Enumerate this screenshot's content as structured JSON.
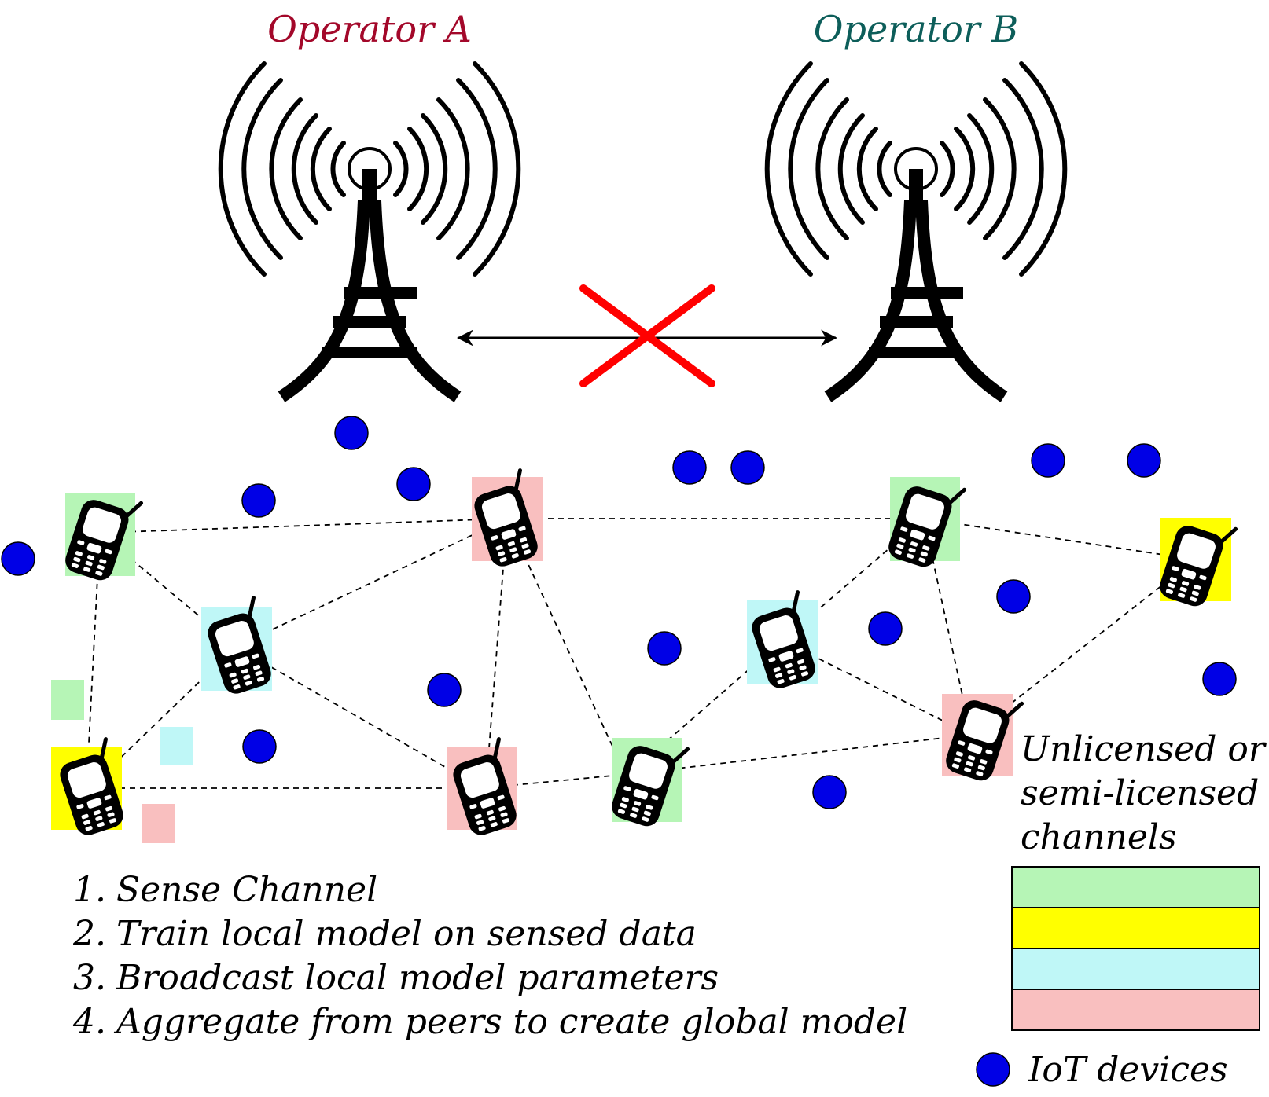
{
  "operators": [
    {
      "label": "Operator A",
      "color": "#a3082a"
    },
    {
      "label": "Operator B",
      "color": "#0d5e5a"
    }
  ],
  "blocked_link_color": "#ff0000",
  "channel_colors": {
    "green": "#b6f5b6",
    "yellow": "#ffff00",
    "cyan": "#bff7f7",
    "pink": "#f9bfbf"
  },
  "iot_color": "#0000e6",
  "steps": [
    {
      "num": "1.",
      "text": "Sense Channel"
    },
    {
      "num": "2.",
      "text": "Train local model on sensed data"
    },
    {
      "num": "3.",
      "text": "Broadcast local model parameters"
    },
    {
      "num": "4.",
      "text": "Aggregate from peers to create global model"
    }
  ],
  "channels_legend": {
    "title_lines": [
      "Unlicensed or",
      "semi-licensed",
      "channels"
    ],
    "colors": [
      "#b6f5b6",
      "#ffff00",
      "#bff7f7",
      "#f9bfbf"
    ]
  },
  "iot_legend": {
    "label": "IoT devices"
  }
}
